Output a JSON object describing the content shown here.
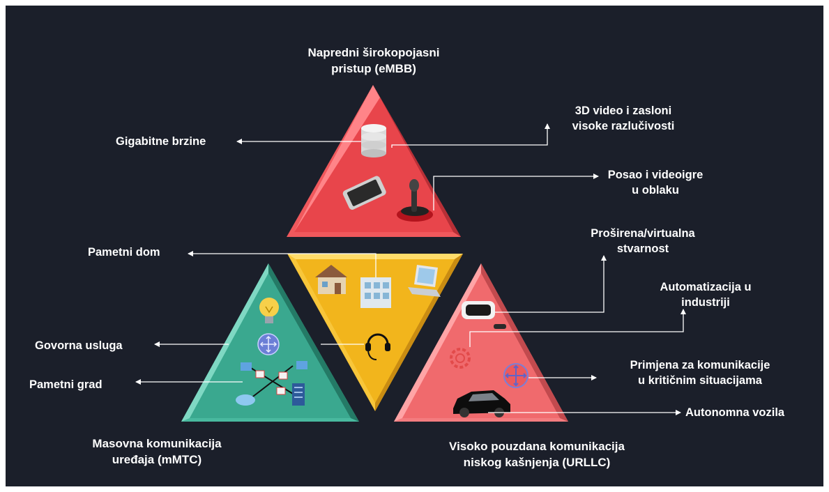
{
  "colors": {
    "background": "#1b1f2a",
    "embb": "#e8454b",
    "mmtc": "#3aa88f",
    "center": "#f2b51c",
    "urllc": "#f06a6d",
    "connector": "#ffffff"
  },
  "embb": {
    "title_line1": "Napredni širokopojasni",
    "title_line2": "pristup (eMBB)",
    "gigabit": "Gigabitne brzine",
    "video_line1": "3D video i zasloni",
    "video_line2": "visoke razlučivosti",
    "cloud_line1": "Posao i videoigre",
    "cloud_line2": "u oblaku"
  },
  "center": {
    "smart_home": "Pametni dom"
  },
  "mmtc": {
    "title_line1": "Masovna komunikacija",
    "title_line2": "uređaja (mMTC)",
    "voice": "Govorna usluga",
    "smart_city": "Pametni grad"
  },
  "urllc": {
    "title_line1": "Visoko pouzdana komunikacija",
    "title_line2": "niskog kašnjenja (URLLC)",
    "vr_line1": "Proširena/virtualna",
    "vr_line2": "stvarnost",
    "industry_line1": "Automatizacija u",
    "industry_line2": "industriji",
    "critical_line1": "Primjena za komunikacije",
    "critical_line2": "u kritičnim situacijama",
    "vehicles": "Autonomna vozila"
  },
  "icons": [
    "database-icon",
    "smartphone-icon",
    "joystick-icon",
    "house-icon",
    "building-icon",
    "laptop-icon",
    "headset-icon",
    "lightbulb-icon",
    "network-icon",
    "smart-city-icon",
    "vr-headset-icon",
    "gear-icon",
    "crosshair-icon",
    "car-icon"
  ]
}
